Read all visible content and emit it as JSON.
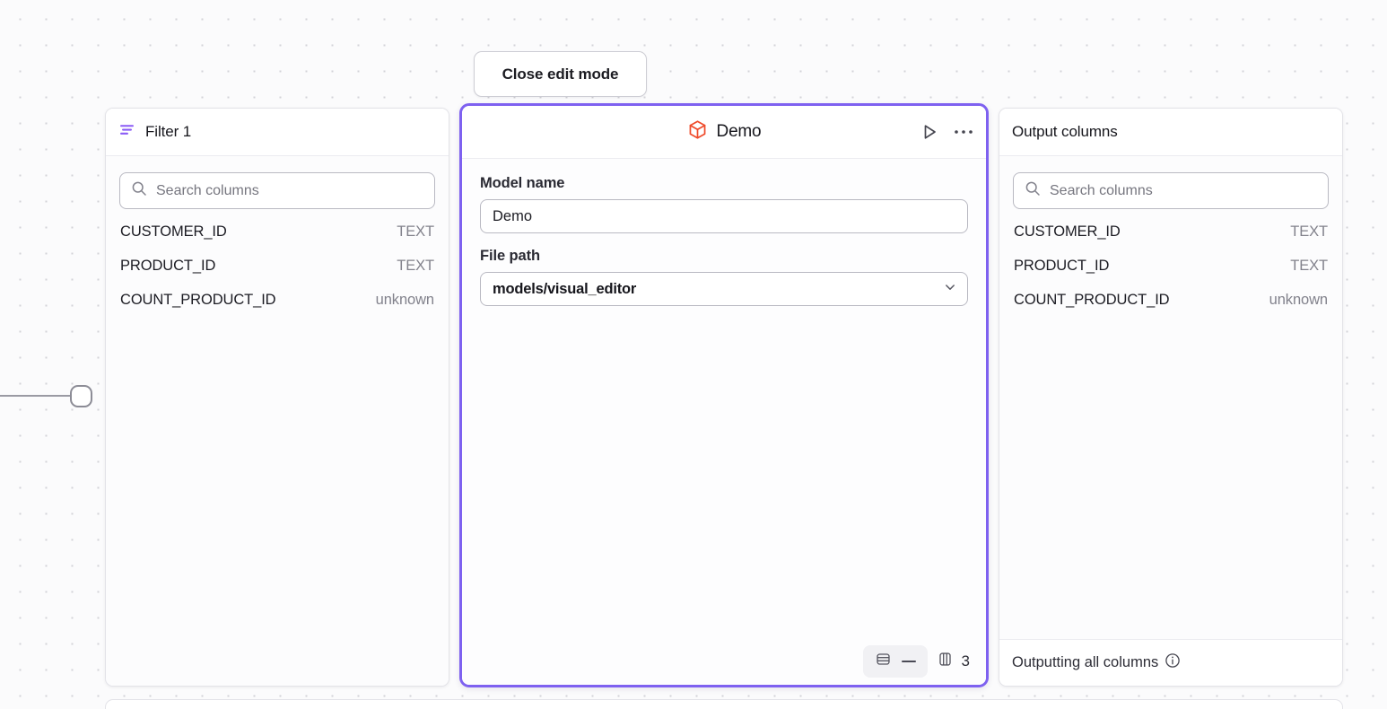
{
  "canvas": {
    "grid": "dotted",
    "background_color": "#fbfbfc",
    "accent_color": "#7e61f0"
  },
  "toolbar": {
    "close_edit_mode_label": "Close edit mode"
  },
  "filter_panel": {
    "icon": "filter-icon",
    "icon_color": "#8b5cf6",
    "title": "Filter 1",
    "search": {
      "icon": "search-icon",
      "placeholder": "Search columns",
      "value": ""
    },
    "columns": [
      {
        "name": "CUSTOMER_ID",
        "type": "TEXT"
      },
      {
        "name": "PRODUCT_ID",
        "type": "TEXT"
      },
      {
        "name": "COUNT_PRODUCT_ID",
        "type": "unknown"
      }
    ]
  },
  "demo_panel": {
    "icon": "cube-icon",
    "icon_color": "#ef4b2b",
    "title": "Demo",
    "run_icon": "play-icon",
    "menu_icon": "ellipsis-icon",
    "fields": {
      "model_name_label": "Model name",
      "model_name_value": "Demo",
      "file_path_label": "File path",
      "file_path_value": "models/visual_editor",
      "file_path_chevron": "chevron-down-icon"
    },
    "footer": {
      "rows_icon": "rows-icon",
      "rows_value": "—",
      "columns_icon": "columns-icon",
      "columns_value": "3"
    }
  },
  "output_panel": {
    "title": "Output columns",
    "search": {
      "icon": "search-icon",
      "placeholder": "Search columns",
      "value": ""
    },
    "columns": [
      {
        "name": "CUSTOMER_ID",
        "type": "TEXT"
      },
      {
        "name": "PRODUCT_ID",
        "type": "TEXT"
      },
      {
        "name": "COUNT_PRODUCT_ID",
        "type": "unknown"
      }
    ],
    "footer": {
      "label": "Outputting all columns",
      "info_icon": "info-icon"
    }
  }
}
